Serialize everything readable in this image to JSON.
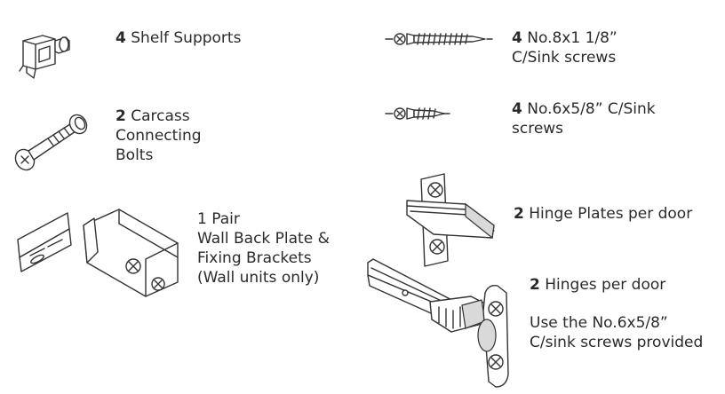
{
  "items": {
    "shelf_supports": {
      "qty": "4",
      "label": "Shelf Supports",
      "icon": "shelf-support-icon"
    },
    "carcass_bolts": {
      "qty": "2",
      "label_lines": [
        "Carcass",
        "Connecting",
        "Bolts"
      ],
      "icon": "connecting-bolt-icon"
    },
    "wall_brackets": {
      "lines": [
        "1 Pair",
        "Wall Back Plate &",
        "Fixing Brackets",
        "(Wall units only)"
      ],
      "icon": "wall-bracket-icon"
    },
    "screws_long": {
      "qty": "4",
      "label_lines": [
        "No.8x1 1/8”",
        "C/Sink screws"
      ],
      "icon": "long-screw-icon"
    },
    "screws_short": {
      "qty": "4",
      "label_lines": [
        "No.6x5/8” C/Sink",
        "screws"
      ],
      "icon": "short-screw-icon"
    },
    "hinge_plates": {
      "qty": "2",
      "label": "Hinge Plates per door",
      "icon": "hinge-plate-icon"
    },
    "hinges": {
      "qty": "2",
      "label": "Hinges per door",
      "note_lines": [
        "Use the No.6x5/8”",
        "C/sink screws provided"
      ],
      "icon": "hinge-icon"
    }
  }
}
